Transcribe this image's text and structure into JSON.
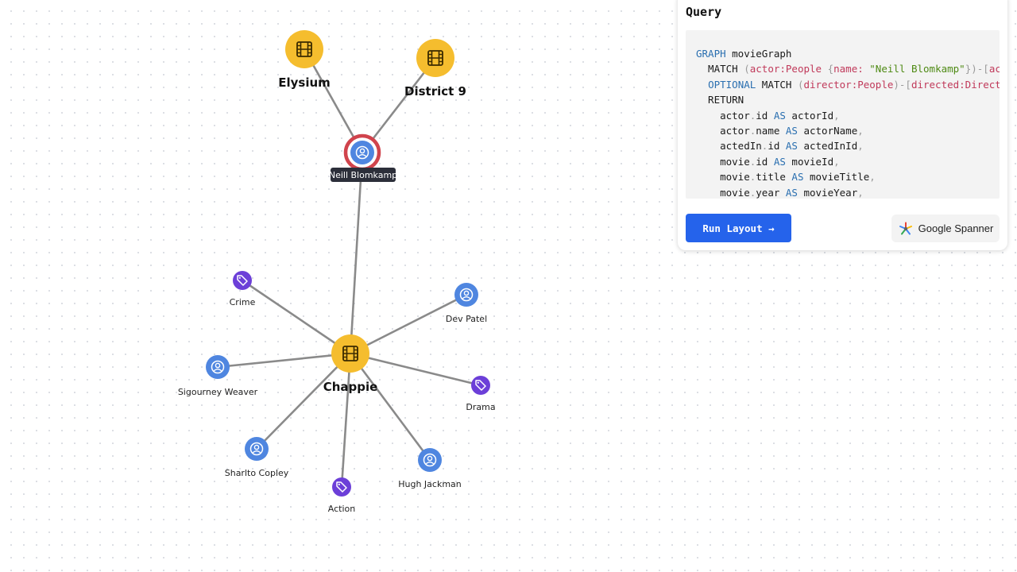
{
  "graph": {
    "nodes": {
      "elysium": {
        "label": "Elysium",
        "type": "movie",
        "icon": "film-icon"
      },
      "district9": {
        "label": "District 9",
        "type": "movie",
        "icon": "film-icon"
      },
      "chappie": {
        "label": "Chappie",
        "type": "movie",
        "icon": "film-icon"
      },
      "neill": {
        "label": "Neill Blomkamp",
        "type": "person",
        "icon": "user-icon",
        "selected": true
      },
      "crime": {
        "label": "Crime",
        "type": "genre",
        "icon": "tag-icon"
      },
      "dev_patel": {
        "label": "Dev Patel",
        "type": "person",
        "icon": "user-icon"
      },
      "sigourney": {
        "label": "Sigourney Weaver",
        "type": "person",
        "icon": "user-icon"
      },
      "drama": {
        "label": "Drama",
        "type": "genre",
        "icon": "tag-icon"
      },
      "sharlto": {
        "label": "Sharlto Copley",
        "type": "person",
        "icon": "user-icon"
      },
      "hugh": {
        "label": "Hugh Jackman",
        "type": "person",
        "icon": "user-icon"
      },
      "action": {
        "label": "Action",
        "type": "genre",
        "icon": "tag-icon"
      }
    },
    "colors": {
      "movie": "#f5bd2e",
      "person": "#4f86e0",
      "genre": "#6c3fd8",
      "edge": "#8a8a8a",
      "selected_ring": "#d0434c",
      "tooltip_bg": "#2c2f3a"
    }
  },
  "query_panel": {
    "title": "Query",
    "code_lines": [
      [
        [
          "kw",
          "GRAPH"
        ],
        [
          "",
          "movieGraph"
        ]
      ],
      [
        [
          "",
          "  MATCH "
        ],
        [
          "pu",
          "("
        ],
        [
          "va",
          "actor:People "
        ],
        [
          "pu",
          "{"
        ],
        [
          "va",
          "name: "
        ],
        [
          "st",
          "\"Neill Blomkamp\""
        ],
        [
          "pu",
          "}"
        ],
        [
          "pu",
          ")-["
        ],
        [
          "va",
          "actedIn"
        ]
      ],
      [
        [
          "",
          "  "
        ],
        [
          "kw",
          "OPTIONAL"
        ],
        [
          "",
          "MATCH "
        ],
        [
          "pu",
          "("
        ],
        [
          "va",
          "director:People"
        ],
        [
          "pu",
          ")-["
        ],
        [
          "va",
          "directed:Directed"
        ]
      ],
      [
        [
          "",
          "  RETURN"
        ]
      ],
      [
        [
          "",
          "    actor"
        ],
        [
          "pu",
          "."
        ],
        [
          "",
          "id "
        ],
        [
          "kw",
          "AS"
        ],
        [
          "",
          "actorId"
        ],
        [
          "pu",
          ","
        ]
      ],
      [
        [
          "",
          "    actor"
        ],
        [
          "pu",
          "."
        ],
        [
          "",
          "name "
        ],
        [
          "kw",
          "AS"
        ],
        [
          "",
          "actorName"
        ],
        [
          "pu",
          ","
        ]
      ],
      [
        [
          "",
          "    actedIn"
        ],
        [
          "pu",
          "."
        ],
        [
          "",
          "id "
        ],
        [
          "kw",
          "AS"
        ],
        [
          "",
          "actedInId"
        ],
        [
          "pu",
          ","
        ]
      ],
      [
        [
          "",
          "    movie"
        ],
        [
          "pu",
          "."
        ],
        [
          "",
          "id "
        ],
        [
          "kw",
          "AS"
        ],
        [
          "",
          "movieId"
        ],
        [
          "pu",
          ","
        ]
      ],
      [
        [
          "",
          "    movie"
        ],
        [
          "pu",
          "."
        ],
        [
          "",
          "title "
        ],
        [
          "kw",
          "AS"
        ],
        [
          "",
          "movieTitle"
        ],
        [
          "pu",
          ","
        ]
      ],
      [
        [
          "",
          "    movie"
        ],
        [
          "pu",
          "."
        ],
        [
          "",
          "year "
        ],
        [
          "kw",
          "AS"
        ],
        [
          "",
          "movieYear"
        ],
        [
          "pu",
          ","
        ]
      ]
    ],
    "run_button_label": "Run Layout →",
    "engine_label": "Google Spanner"
  }
}
